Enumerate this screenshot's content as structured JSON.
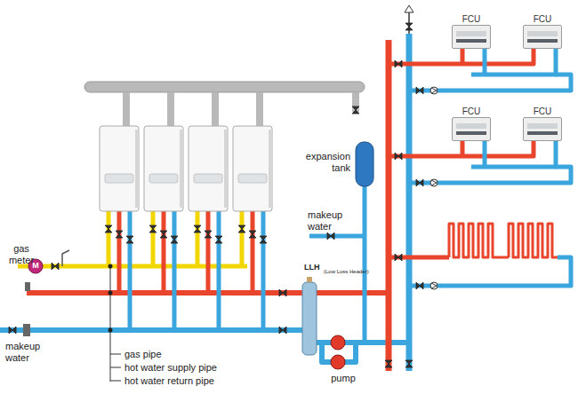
{
  "diagram": {
    "nodes": [
      {
        "text": [
          "FCU"
        ]
      },
      {
        "text": [
          "FCU"
        ]
      },
      {
        "text": [
          "FCU"
        ]
      },
      {
        "text": [
          "FCU"
        ]
      }
    ],
    "labels": [
      "gas meter",
      "M",
      "makeup water",
      "expansion tank",
      "makeup water",
      "LLH",
      "(Low Loss Header)",
      "gas pipe",
      "hot water supply pipe",
      "hot water return pipe",
      "pump"
    ]
  }
}
